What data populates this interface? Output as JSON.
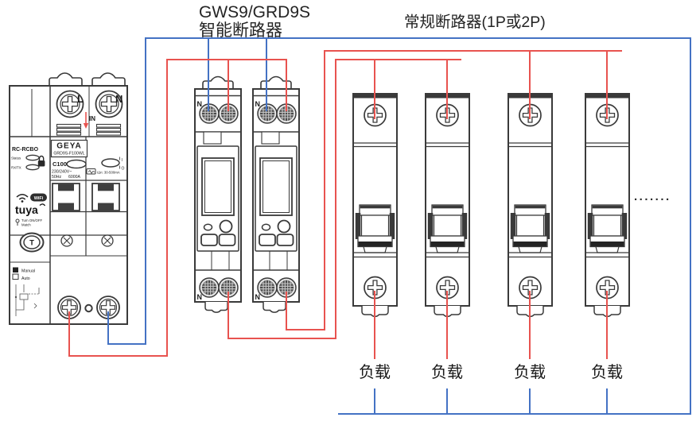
{
  "header": {
    "smart_title_line1": "GWS9/GRD9S",
    "smart_title_line2": "智能断路器",
    "regular_title": "常规断路器(1P或2P)"
  },
  "rcbo": {
    "type_label": "RC-RCBO",
    "led_status_label": "Status",
    "led_rxtx_label": "RX/TX",
    "wifi_badge": "WiFi",
    "brand_wireless": "tuya",
    "match_line1": "Turn ON/OFF",
    "match_line2": "Match",
    "t_button_label": "T",
    "manual_label": "Manual",
    "auto_label": "Auto",
    "brand": "GEYA",
    "model": "GRD9S-F100WL",
    "curve_rating": "C100",
    "voltage": "230/240V~",
    "frequency": "50Hz",
    "breaking_capacity": "6000A",
    "leakage_rating": "IΔn: 30-500mA",
    "terminal_l": "L",
    "terminal_n": "N",
    "in_label": "IN",
    "on_marker": "I",
    "off_marker": "O"
  },
  "smart_breaker": {
    "neutral_label": "N"
  },
  "loads": [
    "负载",
    "负载",
    "负载",
    "负载"
  ],
  "more_indicator": ".......",
  "colors": {
    "live_wire": "#e8534f",
    "neutral_wire": "#4472c4",
    "outline": "#3a3a3a"
  }
}
